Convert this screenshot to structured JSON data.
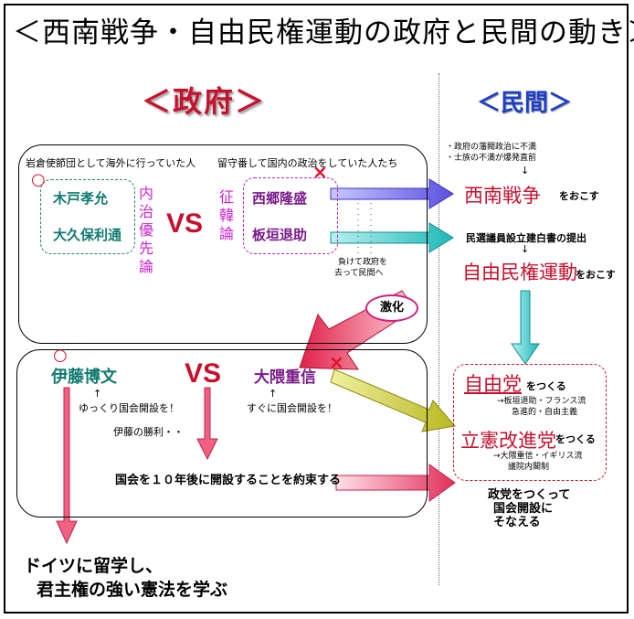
{
  "title": "＜西南戦争・自由民権運動の政府と民間の動き＞",
  "headers": {
    "government": "＜政府＞",
    "private": "＜民間＞"
  },
  "top_section": {
    "iwakura_label": "岩倉使節団として海外に行っていた人",
    "rusu_label": "留守番して国内の政治をしていた人たち",
    "naichi": "内治優先論",
    "seikan": "征韓論",
    "vs": "VS",
    "kido": "木戸孝允",
    "okubo": "大久保利通",
    "saigo": "西郷隆盛",
    "itagaki": "板垣退助",
    "circle_mark": "○",
    "cross_mark": "×",
    "leave_note_1": "負けて政府を",
    "leave_note_2": "去って民間へ",
    "gekika": "激化"
  },
  "bottom_section": {
    "ito": "伊藤博文",
    "okuma": "大隈重信",
    "vs": "VS",
    "circle_mark": "○",
    "cross_mark": "×",
    "ito_note": "ゆっくり国会開設を！",
    "okuma_note": "すぐに国会開設を！",
    "ito_win": "伊藤の勝利・・",
    "promise": "国会を１０年後に開設することを約束する",
    "germany_1": "ドイツに留学し、",
    "germany_2": "君主権の強い憲法を学ぶ",
    "arrow_up": "↑"
  },
  "private_side": {
    "complaint_1": "・政府の藩閥政治に不満",
    "complaint_2": "・士族の不満が爆発直前",
    "seinan": "西南戦争",
    "seinan_suffix": "をおこす",
    "minsen": "民選議員設立建白書の提出",
    "jiyu_minken": "自由民権運動",
    "jiyu_minken_suffix": "をおこす",
    "jiyuto": "自由党",
    "jiyuto_suffix": "をつくる",
    "jiyuto_detail_1": "→板垣退助・フランス流",
    "jiyuto_detail_2": "急進的・自由主義",
    "rikken": "立憲改進党",
    "rikken_suffix": "をつくる",
    "rikken_detail_1": "→大隈重信・イギリス流",
    "rikken_detail_2": "議院内閣制",
    "party_1": "政党をつくって",
    "party_2": "国会開設に",
    "party_3": "そなえる",
    "small_down": "↓"
  }
}
